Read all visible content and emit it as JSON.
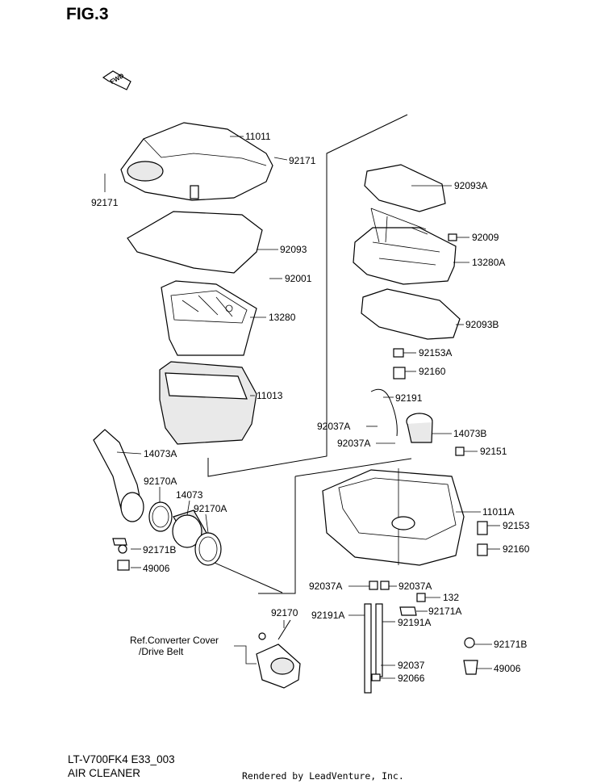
{
  "figure": {
    "title": "FIG.3",
    "fwd": "FWD"
  },
  "parts": {
    "p11011": "11011",
    "p92171_r": "92171",
    "p92171_l": "92171",
    "p92093": "92093",
    "p92001": "92001",
    "p13280": "13280",
    "p11013": "11013",
    "p14073A": "14073A",
    "p92170A_l": "92170A",
    "p14073": "14073",
    "p92170A_r": "92170A",
    "p92171B_l": "92171B",
    "p49006_l": "49006",
    "p92093A": "92093A",
    "p92009": "92009",
    "p13280A": "13280A",
    "p92093B": "92093B",
    "p92153A": "92153A",
    "p92160_top": "92160",
    "p92191": "92191",
    "p92037A_1": "92037A",
    "p14073B": "14073B",
    "p92037A_2": "92037A",
    "p92151": "92151",
    "p11011A": "11011A",
    "p92153": "92153",
    "p92160_bot": "92160",
    "p92037A_3": "92037A",
    "p92037A_4": "92037A",
    "p132": "132",
    "p92191A_l": "92191A",
    "p92191A_r": "92191A",
    "p92171A": "92171A",
    "p92171B_r": "92171B",
    "p92170": "92170",
    "p92037": "92037",
    "p92066": "92066",
    "p49006_r": "49006"
  },
  "reference": {
    "line1": "Ref.Converter Cover",
    "line2": "/Drive Belt"
  },
  "footer": {
    "model": "LT-V700FK4 E33_003",
    "name": "AIR CLEANER",
    "rendered_by": "Rendered by LeadVenture, Inc."
  }
}
